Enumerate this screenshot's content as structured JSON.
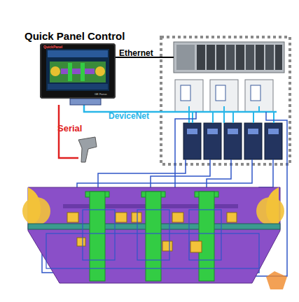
{
  "diagram": {
    "title": "Quick Panel Control",
    "nodes": [
      {
        "text": [
          "QuickPanel",
          "GE Fanuc"
        ]
      }
    ],
    "labels": [
      "Ethernet",
      "DeviceNet",
      "Serial"
    ]
  }
}
